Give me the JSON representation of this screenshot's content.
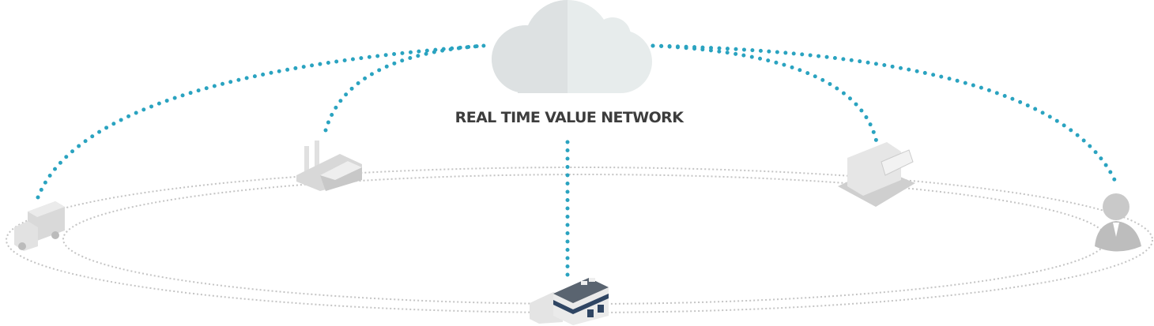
{
  "title": "REAL TIME VALUE NETWORK",
  "colors": {
    "link": "#2aa3c0",
    "ring": "#c4c4c4",
    "cloud_left": "#dde1e2",
    "cloud_right": "#e7ecec",
    "title": "#3d3d3d"
  },
  "nodes": [
    {
      "id": "cloud",
      "icon": "cloud-icon"
    },
    {
      "id": "truck",
      "icon": "truck-icon"
    },
    {
      "id": "factory",
      "icon": "factory-icon"
    },
    {
      "id": "headquarters",
      "icon": "office-building-icon"
    },
    {
      "id": "store",
      "icon": "store-icon"
    },
    {
      "id": "customer",
      "icon": "person-icon"
    }
  ]
}
